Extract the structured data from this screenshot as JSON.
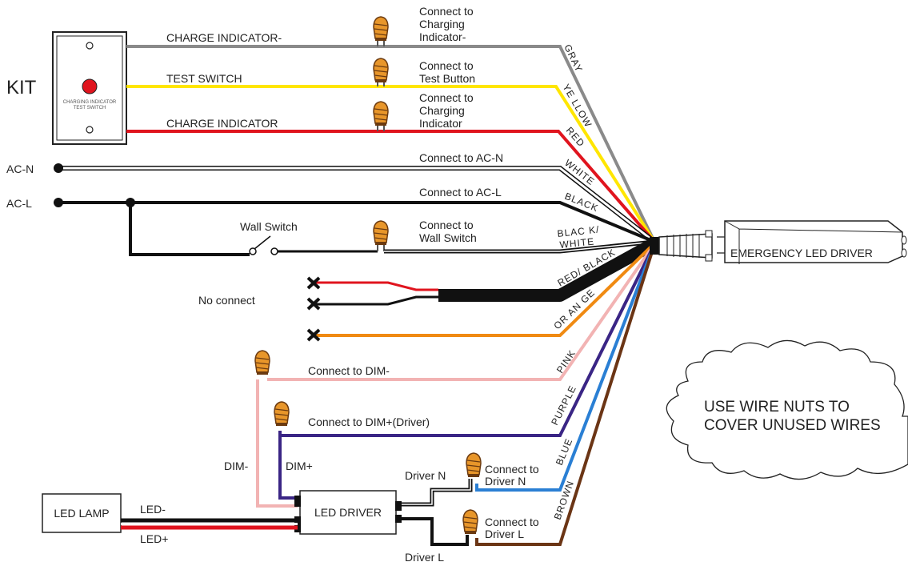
{
  "kit": {
    "title": "KIT",
    "plate_label_1": "CHARGING INDICATOR",
    "plate_label_2": "TEST SWITCH"
  },
  "wires": {
    "charge_minus": {
      "label": "CHARGE INDICATOR-",
      "connect": [
        "Connect to",
        "Charging",
        "Indicator-"
      ],
      "color_name": "GRAY",
      "color": "#8a8a8a"
    },
    "test_switch": {
      "label": "TEST SWITCH",
      "connect": [
        "Connect to",
        "Test Button"
      ],
      "color_name": "YE LLOW",
      "color": "#ffe600"
    },
    "charge": {
      "label": "CHARGE INDICATOR",
      "connect": [
        "Connect to",
        "Charging",
        "Indicator"
      ],
      "color_name": "RED",
      "color": "#e0141e"
    },
    "ac_n": {
      "terminal": "AC-N",
      "connect": "Connect to AC-N",
      "color_name": "WHITE",
      "color": "#ffffff"
    },
    "ac_l": {
      "terminal": "AC-L",
      "connect": "Connect to AC-L",
      "color_name": "BLACK",
      "color": "#111111"
    },
    "wall_switch": {
      "switch_label": "Wall Switch",
      "connect": [
        "Connect to",
        "Wall Switch"
      ],
      "color_name": [
        "BLAC K/",
        "WHITE"
      ]
    },
    "red_black": {
      "color_name": "RED/ BLACK"
    },
    "orange": {
      "color_name": "OR AN GE",
      "color": "#f08a12"
    },
    "pink": {
      "connect": "Connect to DIM-",
      "color_name": "PINK",
      "color": "#f2b3b3",
      "short_label": "DIM-"
    },
    "purple": {
      "connect": "Connect to DIM+(Driver)",
      "color_name": "PURPLE",
      "color": "#3a2585",
      "short_label": "DIM+"
    },
    "blue": {
      "connect": [
        "Connect to",
        "Driver N"
      ],
      "color_name": "BLUE",
      "color": "#2a7fd4",
      "driver_label": "Driver N"
    },
    "brown": {
      "connect": [
        "Connect to",
        "Driver L"
      ],
      "color_name": "BROWN",
      "color": "#6b3515",
      "driver_label": "Driver L"
    }
  },
  "no_connect": "No connect",
  "unit_label": "EMERGENCY LED DRIVER",
  "cloud_note": [
    "USE WIRE NUTS TO",
    "COVER UNUSED WIRES"
  ],
  "led_lamp": "LED LAMP",
  "led_driver": "LED DRIVER",
  "led_minus": "LED-",
  "led_plus": "LED+",
  "colors": {
    "wire_nut": "#e8962a",
    "wire_nut_dark": "#6b3a10"
  }
}
